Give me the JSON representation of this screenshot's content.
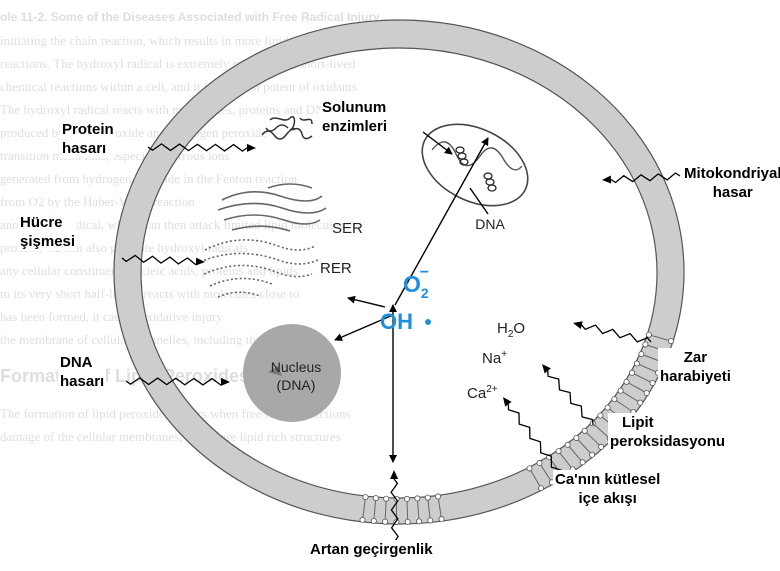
{
  "background_text": {
    "title_line": "ole 11-2. Some of the Diseases Associated with Free Radical Injury",
    "lines": [
      "initiating the chain reaction, which results in more lipid radicals",
      "reactions. The hydroxyl radical is extremely reactive and short-lived",
      "chemical reactions within a cell, and it is the most potent of oxidants",
      "The hydroxyl radical reacts with membranes, proteins and DNA",
      "produced by the superoxide and hydrogen peroxide",
      "transition metal ions, especially ferrous ions",
      "generated from hydrogen peroxide in the Fenton reaction",
      "from O2 by the Haber-Weiss reaction",
      "another free radical, which can then attack limited lipid molecules",
      "process, O2 can also generate hydroxyl radicals",
      "any cellular constituent, nucleic acids, proteins and lipids",
      "to its very short half-life, it reacts with molecules close to",
      "has been formed, it causes oxidative injury",
      "the membrane of cellular organelles, including the cell"
    ],
    "section_heading": "Formation of Lipid Peroxides",
    "footer_lines": [
      "The formation of lipid peroxides occurs when free radical reactions",
      "damage of the cellular membranes, which are lipid rich structures"
    ]
  },
  "labels": {
    "protein_1": "Protein",
    "protein_2": "hasarı",
    "solunum_1": "Solunum",
    "solunum_2": "enzimleri",
    "mito_1": "Mitokondriyal",
    "mito_2": "hasar",
    "hucre_1": "Hücre",
    "hucre_2": "şişmesi",
    "dna_hasar_1": "DNA",
    "dna_hasar_2": "hasarı",
    "zar_1": "Zar",
    "zar_2": "harabiyeti",
    "lipit_1": "Lipit",
    "lipit_2": "peroksidasyonu",
    "ca_1": "Ca'nın kütlesel",
    "ca_2": "içe akışı",
    "artan": "Artan geçirgenlik"
  },
  "organelles": {
    "ser": "SER",
    "rer": "RER",
    "nucleus": "Nucleus",
    "nucleus_dna": "(DNA)",
    "mito_dna": "DNA",
    "o2_base": "O",
    "o2_sub": "2",
    "o2_sup": "−",
    "oh": "OH",
    "h2o_h": "H",
    "h2o_sub": "2",
    "h2o_o": "O",
    "na": "Na",
    "na_sup": "+",
    "ca": "Ca",
    "ca_sup": "2+"
  },
  "colors": {
    "membrane": "#cdcdcd",
    "nucleus": "#a8a8a8",
    "radical": "#1e8fe0",
    "text": "#000000"
  }
}
